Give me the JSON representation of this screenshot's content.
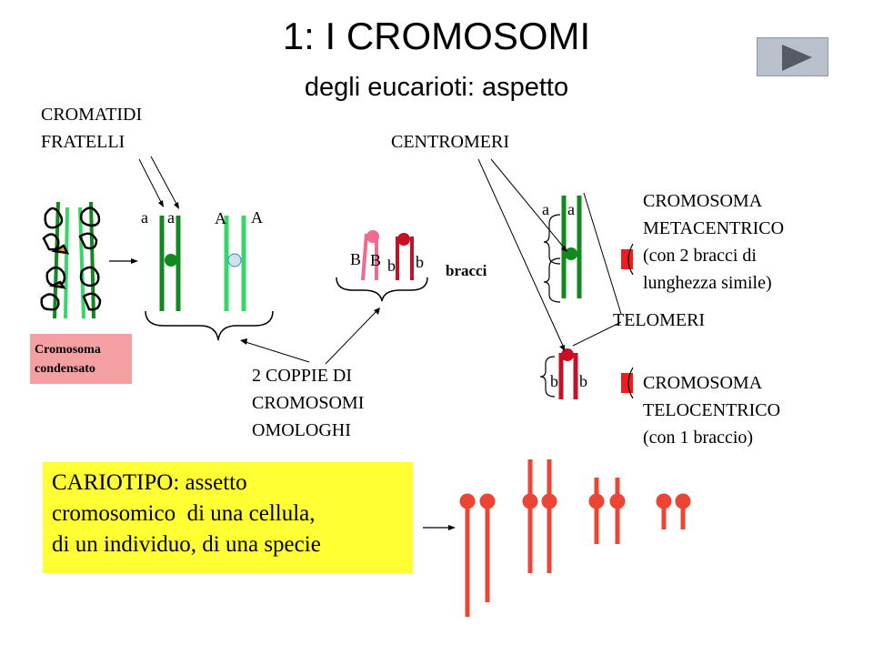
{
  "header": {
    "title": "1: I CROMOSOMI",
    "subtitle": "degli eucarioti: aspetto"
  },
  "labels": {
    "sister_chromatids": [
      "CROMATIDI",
      "FRATELLI"
    ],
    "centromeres": "CENTROMERI",
    "telomeres": "TELOMERI",
    "arms": "bracci",
    "homolog_pairs": [
      "2 COPPIE DI",
      "CROMOSOMI",
      "OMOLOGHI"
    ],
    "metacentric": [
      "CROMOSOMA",
      "METACENTRICO",
      "(con 2 bracci di",
      "lunghezza simile)"
    ],
    "telocentric": [
      "CROMOSOMA",
      "TELOCENTRICO",
      "(con 1 braccio)"
    ],
    "condensed": [
      "Cromosoma",
      "condensato"
    ],
    "allele_a": "a",
    "allele_A": "A",
    "allele_B": "B",
    "allele_b": "b"
  },
  "karyotype": {
    "term": "CARIOTIPO",
    "definition": ": assetto",
    "line2": "cromosomico  di una cellula,",
    "line3": "di un individuo, di una specie"
  },
  "colors": {
    "dark_green": "#108a1e",
    "light_green": "#38d66a",
    "pink": "#ef6a8c",
    "crimson": "#c80f26",
    "red": "#ee4433",
    "yellow_box": "#ffff33",
    "pink_box": "#f4a0a3",
    "nav_button": "#b9c1cc"
  },
  "nav": {
    "next_icon": "play-triangle-icon"
  }
}
